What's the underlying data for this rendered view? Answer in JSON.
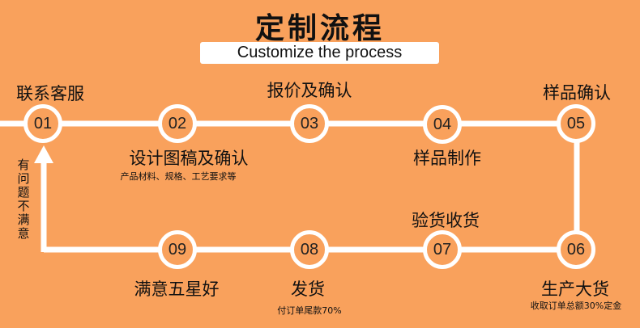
{
  "header": {
    "title": "定制流程",
    "subtitle": "Customize the process"
  },
  "steps": [
    {
      "num": "01",
      "label": "联系客服",
      "note": ""
    },
    {
      "num": "02",
      "label": "设计图稿及确认",
      "note": "产品材料、规格、工艺要求等"
    },
    {
      "num": "03",
      "label": "报价及确认",
      "note": ""
    },
    {
      "num": "04",
      "label": "样品制作",
      "note": ""
    },
    {
      "num": "05",
      "label": "样品确认",
      "note": ""
    },
    {
      "num": "06",
      "label": "生产大货",
      "note": "收取订单总额30%定金"
    },
    {
      "num": "07",
      "label": "验货收货",
      "note": ""
    },
    {
      "num": "08",
      "label": "发货",
      "note": "付订单尾款70%"
    },
    {
      "num": "09",
      "label": "满意五星好",
      "note": ""
    }
  ],
  "loop_note": "有问题不满意",
  "colors": {
    "background": "#F9A15C",
    "line": "#FFFFFF",
    "text": "#111111"
  }
}
